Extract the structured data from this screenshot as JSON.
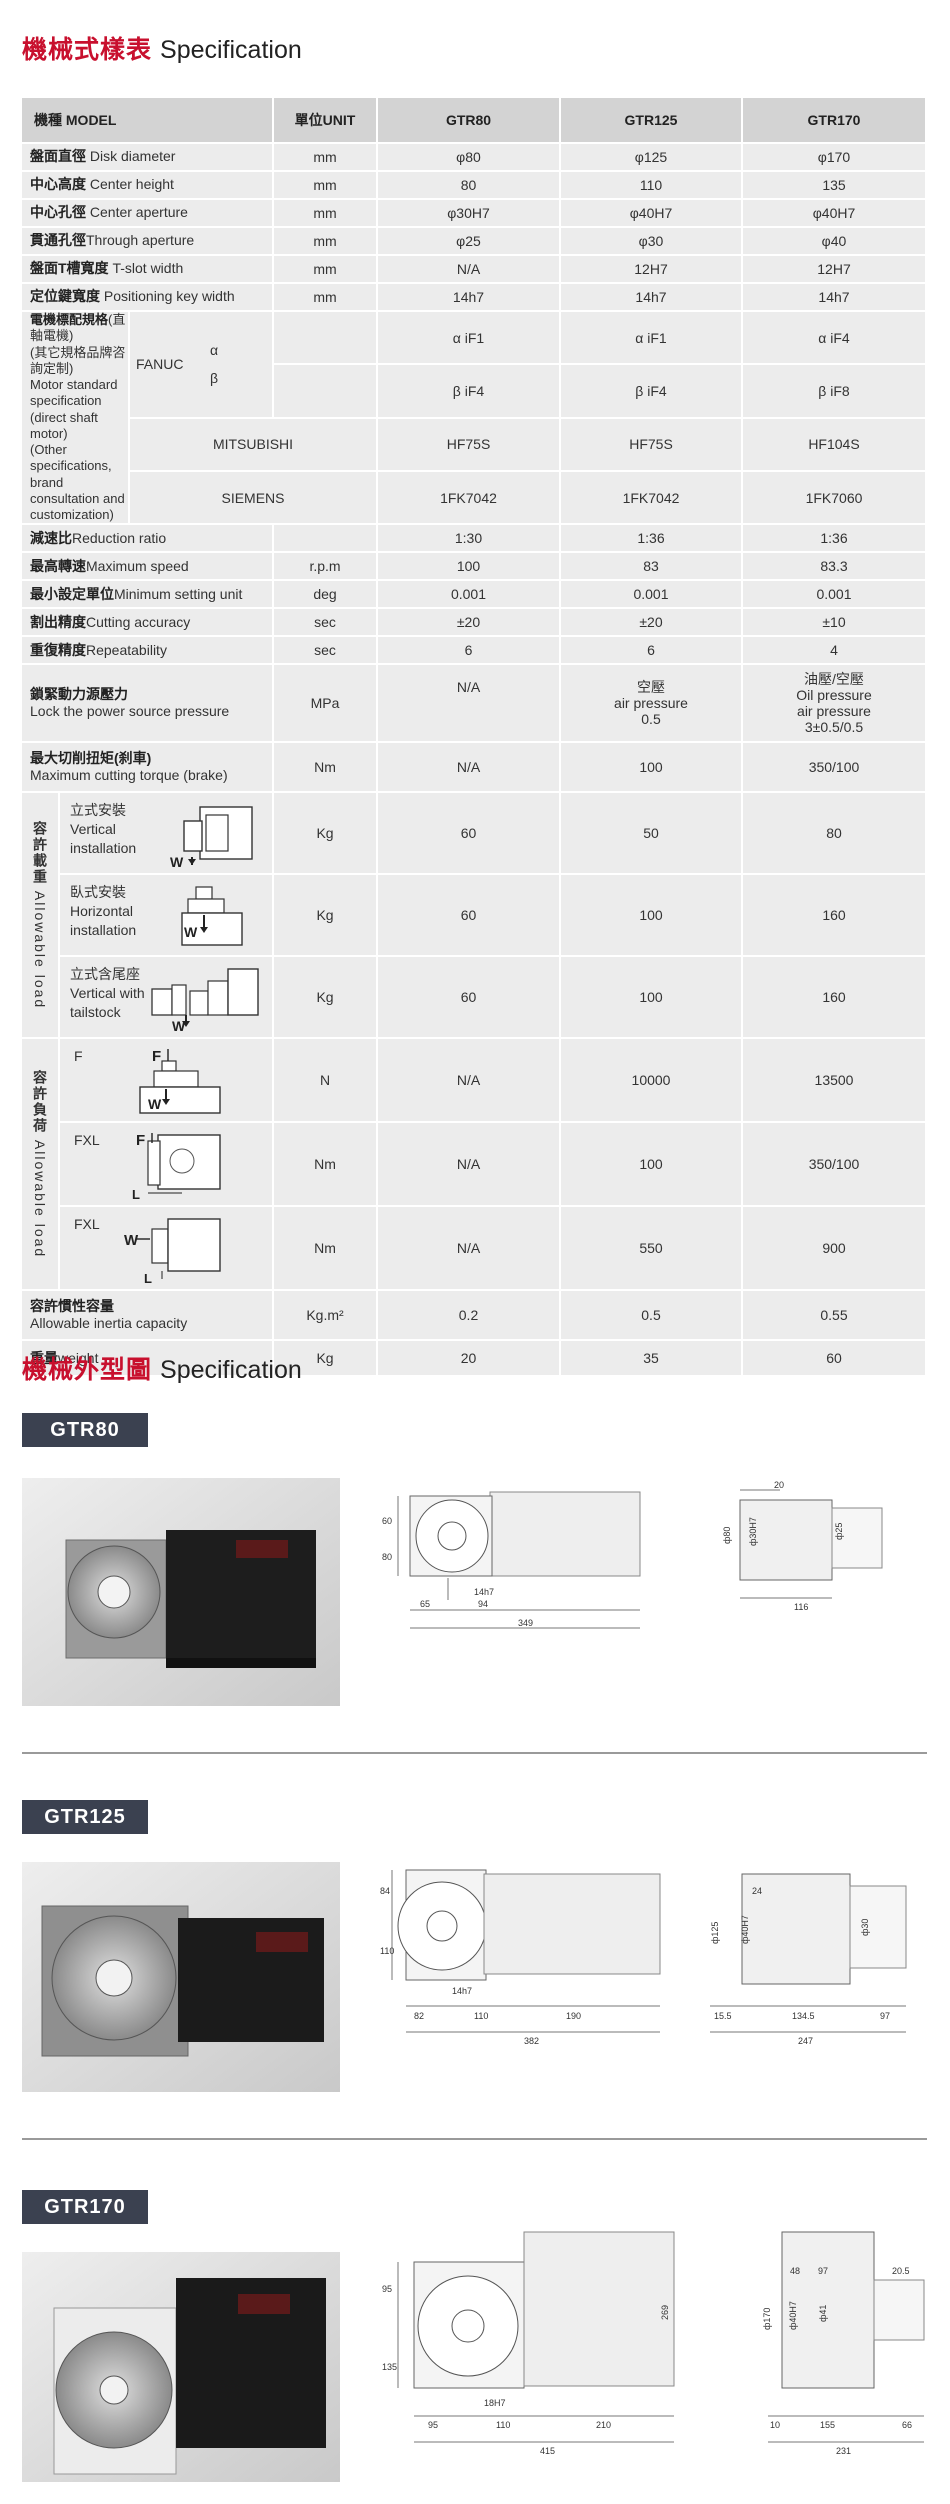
{
  "section1": {
    "title_zh": "機械式樣表",
    "title_en": "Specification"
  },
  "table": {
    "head": {
      "model": "機種 MODEL",
      "unit": "單位UNIT",
      "m1": "GTR80",
      "m2": "GTR125",
      "m3": "GTR170"
    },
    "rows": [
      {
        "zh": "盤面直徑",
        "en": " Disk diameter",
        "unit": "mm",
        "v": [
          "φ80",
          "φ125",
          "φ170"
        ]
      },
      {
        "zh": "中心高度",
        "en": " Center height",
        "unit": "mm",
        "v": [
          "80",
          "110",
          "135"
        ]
      },
      {
        "zh": "中心孔徑",
        "en": " Center aperture",
        "unit": "mm",
        "v": [
          "φ30H7",
          "φ40H7",
          "φ40H7"
        ]
      },
      {
        "zh": "貫通孔徑",
        "en": "Through aperture",
        "unit": "mm",
        "v": [
          "φ25",
          "φ30",
          "φ40"
        ]
      },
      {
        "zh": "盤面T槽寬度",
        "en": " T-slot width",
        "unit": "mm",
        "v": [
          "N/A",
          "12H7",
          "12H7"
        ]
      },
      {
        "zh": "定位鍵寬度",
        "en": " Positioning key width",
        "unit": "mm",
        "v": [
          "14h7",
          "14h7",
          "14h7"
        ]
      }
    ],
    "motor": {
      "zh": "電機標配規格",
      "zh_sub": "(直軸電機)",
      "l2": "(其它規格品牌咨詢定制)",
      "l3": "Motor standard specification",
      "l4": "(direct shaft motor)",
      "l5": "(Other specifications, brand",
      "l6": "consultation and customization)",
      "fanuc": "FANUC",
      "alpha": "α",
      "beta": "β",
      "alpha_v": [
        "α iF1",
        "α iF1",
        "α iF4"
      ],
      "beta_v": [
        "β iF4",
        "β iF4",
        "β iF8"
      ],
      "mitsubishi": "MITSUBISHI",
      "mitsubishi_v": [
        "HF75S",
        "HF75S",
        "HF104S"
      ],
      "siemens": "SIEMENS",
      "siemens_v": [
        "1FK7042",
        "1FK7042",
        "1FK7060"
      ]
    },
    "rows2": [
      {
        "zh": "減速比",
        "en": "Reduction ratio",
        "unit": "",
        "v": [
          "1:30",
          "1:36",
          "1:36"
        ]
      },
      {
        "zh": "最高轉速",
        "en": "Maximum speed",
        "unit": "r.p.m",
        "v": [
          "100",
          "83",
          "83.3"
        ]
      },
      {
        "zh": "最小設定單位",
        "en": "Minimum setting unit",
        "unit": "deg",
        "v": [
          "0.001",
          "0.001",
          "0.001"
        ]
      },
      {
        "zh": "割出精度",
        "en": "Cutting accuracy",
        "unit": "sec",
        "v": [
          "±20",
          "±20",
          "±10"
        ]
      },
      {
        "zh": "重復精度",
        "en": "Repeatability",
        "unit": "sec",
        "v": [
          "6",
          "6",
          "4"
        ]
      }
    ],
    "lock": {
      "zh": "鎖緊動力源壓力",
      "en": "Lock the power source pressure",
      "unit": "MPa",
      "v1": "N/A",
      "v2a": "空壓",
      "v2b": "air pressure",
      "v2c": "0.5",
      "v3a": "油壓/空壓",
      "v3b": "Oil pressure",
      "v3c": "air pressure",
      "v3d": "3±0.5/0.5"
    },
    "torque": {
      "zh": "最大切削扭矩(刹車)",
      "en": "Maximum cutting torque (brake)",
      "unit": "Nm",
      "v": [
        "N/A",
        "100",
        "350/100"
      ]
    },
    "allow_load": {
      "zh": "容許載重",
      "en": "Allowable load",
      "r1": {
        "zh": "立式安裝",
        "en1": "Vertical",
        "en2": "installation",
        "unit": "Kg",
        "v": [
          "60",
          "50",
          "80"
        ]
      },
      "r2": {
        "zh": "臥式安裝",
        "en1": "Horizontal",
        "en2": "installation",
        "unit": "Kg",
        "v": [
          "60",
          "100",
          "160"
        ]
      },
      "r3": {
        "zh": "立式含尾座",
        "en1": "Vertical with",
        "en2": "tailstock",
        "unit": "Kg",
        "v": [
          "60",
          "100",
          "160"
        ]
      }
    },
    "allow_force": {
      "zh": "容許負荷",
      "en": "Allowable load",
      "r1": {
        "lab": "F",
        "unit": "N",
        "v": [
          "N/A",
          "10000",
          "13500"
        ]
      },
      "r2": {
        "lab": "FXL",
        "unit": "Nm",
        "v": [
          "N/A",
          "100",
          "350/100"
        ]
      },
      "r3": {
        "lab": "FXL",
        "unit": "Nm",
        "v": [
          "N/A",
          "550",
          "900"
        ]
      }
    },
    "icon_letters": {
      "w": "W",
      "f": "F",
      "l": "L"
    },
    "inertia": {
      "zh": "容許慣性容量",
      "en": "Allowable inertia capacity",
      "unit": "Kg.m²",
      "v": [
        "0.2",
        "0.5",
        "0.55"
      ]
    },
    "weight": {
      "zh": "重量",
      "en": "weight",
      "unit": "Kg",
      "v": [
        "20",
        "35",
        "60"
      ]
    }
  },
  "section2": {
    "title_zh": "機械外型圖",
    "title_en": "Specification"
  },
  "dims": {
    "gtr80": {
      "name": "GTR80",
      "d60": "60",
      "d80": "80",
      "d14": "14h7",
      "d65": "65",
      "d94": "94",
      "d349": "349",
      "d20": "20",
      "dphi80": "ф80",
      "dphi30": "ф30H7",
      "dphi25": "ф25",
      "d116": "116"
    },
    "gtr125": {
      "name": "GTR125",
      "d84": "84",
      "d110v": "110",
      "d14": "14h7",
      "d82": "82",
      "d110": "110",
      "d190": "190",
      "d382": "382",
      "d24": "24",
      "dphi125": "ф125",
      "dphi40": "ф40H7",
      "dphi30": "ф30",
      "d155": "15.5",
      "d1345": "134.5",
      "d97": "97",
      "d247": "247"
    },
    "gtr170": {
      "name": "GTR170",
      "d95": "95",
      "d135": "135",
      "d269": "269",
      "d18": "18H7",
      "d95h": "95",
      "d110": "110",
      "d210": "210",
      "d415": "415",
      "d48": "48",
      "d97": "97",
      "d205": "20.5",
      "dphi170": "ф170",
      "dphi40": "ф40H7",
      "dphi41": "ф41",
      "d10": "10",
      "d155": "155",
      "d66": "66",
      "d231": "231"
    }
  }
}
